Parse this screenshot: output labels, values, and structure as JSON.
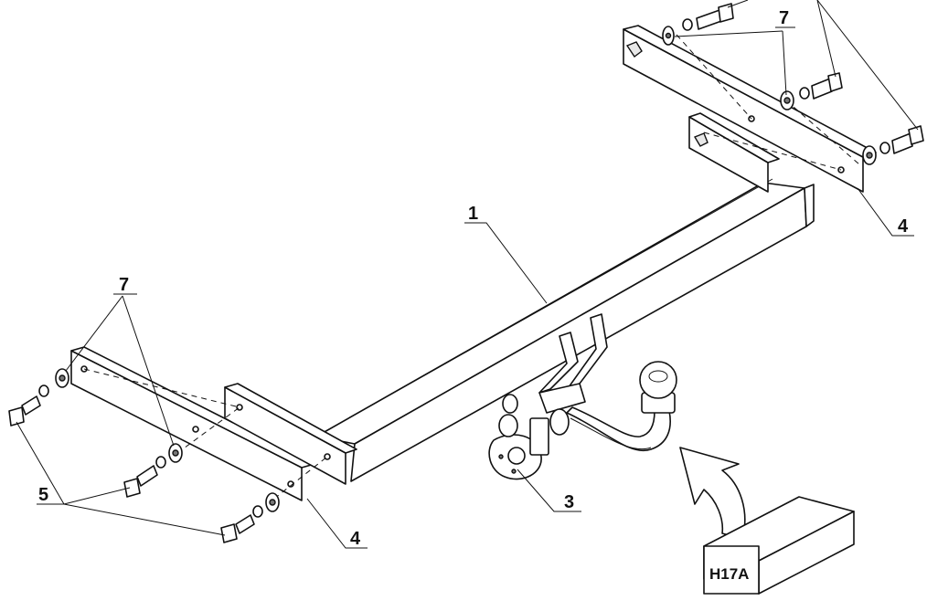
{
  "diagram": {
    "callouts": [
      {
        "id": "part-1",
        "text": "1"
      },
      {
        "id": "part-3",
        "text": "3"
      },
      {
        "id": "part-4-right",
        "text": "4"
      },
      {
        "id": "part-4-left",
        "text": "4"
      },
      {
        "id": "part-5",
        "text": "5"
      },
      {
        "id": "part-7-right",
        "text": "7"
      },
      {
        "id": "part-7-left",
        "text": "7"
      }
    ],
    "plate_label": "H17A"
  }
}
